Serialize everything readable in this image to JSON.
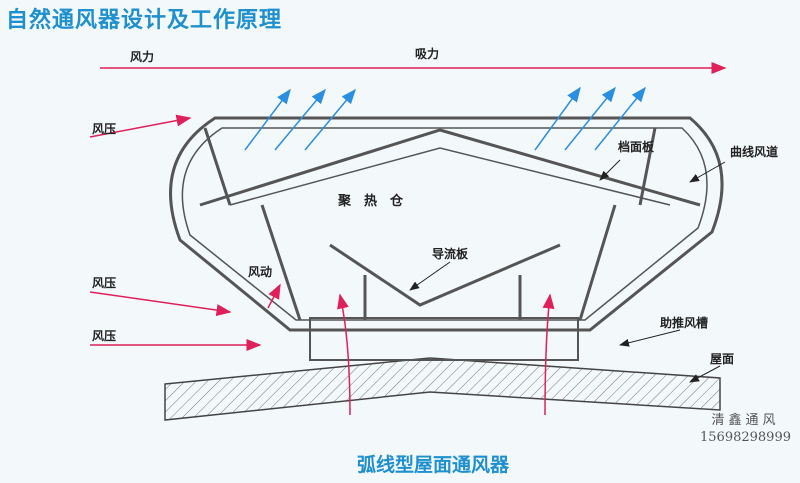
{
  "title": "自然通风器设计及工作原理",
  "subtitle": "弧线型屋面通风器",
  "labels": {
    "wind_force": "风力",
    "suction": "吸力",
    "wind_pressure_1": "风压",
    "wind_pressure_2": "风压",
    "wind_pressure_3": "风压",
    "wind_motion": "风动",
    "deflector": "导流板",
    "heat_chamber": "聚　热　仓",
    "baffle_panel": "档面板",
    "curved_duct": "曲线风道",
    "booster_slot": "助推风槽",
    "roof": "屋面"
  },
  "watermark": {
    "name": "清鑫通风",
    "phone": "15698298999"
  },
  "colors": {
    "title": "#1e8fcf",
    "arrow_red": "#e0205a",
    "arrow_blue": "#2a8fe0"
  }
}
